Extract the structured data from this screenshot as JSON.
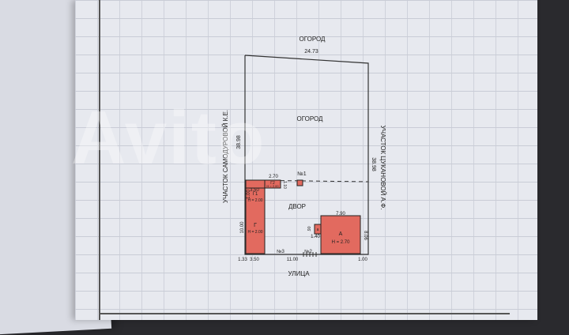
{
  "plan": {
    "top_neighbor": "ОГОРОД",
    "top_width": "24.73",
    "garden_label": "ОГОРОД",
    "left_neighbor": "УЧАСТОК САМОДУРОВОЙ К.Е.",
    "right_neighbor": "УЧАСТОК ЦУКАНОВОЙ А.Ф.",
    "left_length": "38.98",
    "right_length": "38.98",
    "yard_label": "ДВОР",
    "street_label": "УЛИЦА",
    "mark_1": "№1",
    "mark_2": "№2",
    "mark_3": "№3",
    "building_g1": {
      "label": "Г1",
      "height": "Н = 2.00",
      "width": "3.50",
      "depth": "1.00"
    },
    "building_g2": {
      "label": "Г2",
      "height": "Н = 2.00",
      "width": "2.70",
      "depth": "1.10"
    },
    "building_g": {
      "label": "Г",
      "height": "Н = 2.00",
      "depth": "10.00"
    },
    "building_a": {
      "label": "А",
      "height": "Н = 2.70",
      "width": "7.90",
      "depth": "8.06"
    },
    "porch": {
      "label": "а",
      "width": "1.40",
      "depth": ".90"
    },
    "dim_bottom_left_1": "1.33",
    "dim_bottom_left_2": "3.50",
    "dim_bottom_mid": "11.00",
    "dim_bottom_right": "1.00",
    "building_fill": "#e26a5f",
    "line_color": "#333333"
  },
  "watermark": "Avito"
}
